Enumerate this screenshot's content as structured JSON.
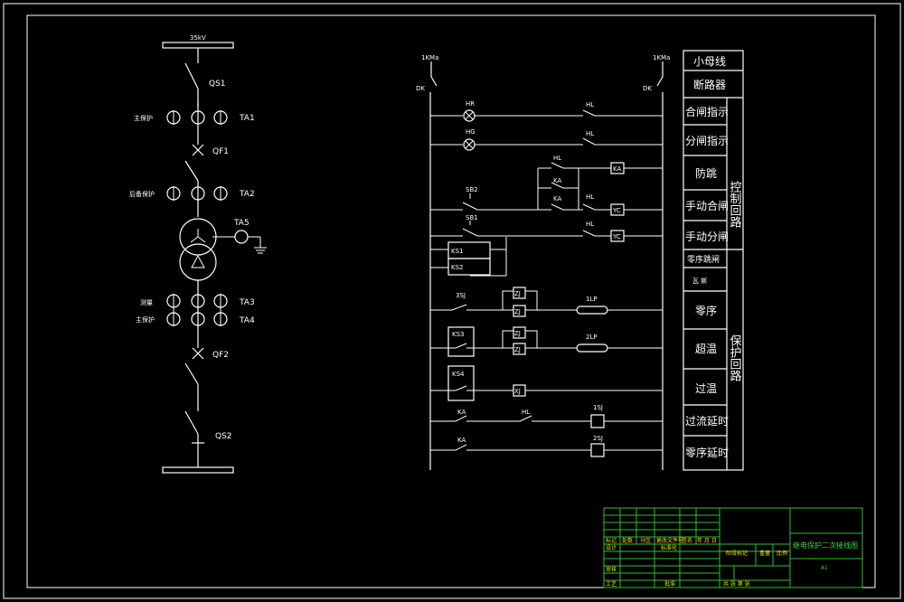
{
  "colors": {
    "background": "#000000",
    "wire": "#ffffff",
    "titleblock_text": "#e8e800",
    "titleblock_accent": "#3fd43f"
  },
  "primary": {
    "bus_top": "35kV",
    "qs1": "QS1",
    "qf1": "QF1",
    "qf2": "QF2",
    "qs2": "QS2",
    "ta1": "TA1",
    "ta2": "TA2",
    "ta3": "TA3",
    "ta4": "TA4",
    "ta5": "TA5",
    "main_protection": "主保护",
    "backup_protection": "后备保护",
    "measurement": "测量",
    "main_protection_2": "主保护"
  },
  "secondary": {
    "left_bus": "1KMa",
    "right_bus": "1KMa",
    "dk_left": "DK",
    "dk_right": "DK",
    "hr": "HR",
    "hg": "HG",
    "hl": "HL",
    "ka": "KA",
    "sb1": "SB1",
    "sb2": "SB2",
    "yc": "YC",
    "ks1": "KS1",
    "ks2": "KS2",
    "ks3": "KS3",
    "ks4": "KS4",
    "sj3": "3SJ",
    "zj": "ZJ",
    "lp1": "1LP",
    "lp2": "2LP",
    "xj": "XJ",
    "sj1": "1SJ",
    "sj2": "2SJ"
  },
  "legend": {
    "small_bus": "小母线",
    "breaker": "断路器",
    "close_indication": "合闸指示",
    "open_indication": "分闸指示",
    "anti_jump": "防跳",
    "manual_close": "手动合闸",
    "manual_open": "手动分闸",
    "zero_seq_close": "零序跳闸",
    "gas": "瓦 斯",
    "zero_seq": "零序",
    "overtemp_high": "超温",
    "overtemp": "过温",
    "overcurrent_delay": "过流延时",
    "zero_seq_delay": "零序延时",
    "control_circuit": "控制回路",
    "protection_circuit": "保护回路"
  },
  "title_block": {
    "drawing_title": "继电保护二次接线图",
    "sheet_size": "A1",
    "mark": "标记",
    "count": "处数",
    "zone": "分区",
    "change_doc": "更改文件号",
    "sign": "签名",
    "date": "年 月 日",
    "design": "设计",
    "standardization": "标准化",
    "stage_mark": "阶段标记",
    "weight": "重量",
    "scale": "比例",
    "review": "审核",
    "process": "工艺",
    "approve": "批准",
    "sheets": "共 张 第 张"
  }
}
